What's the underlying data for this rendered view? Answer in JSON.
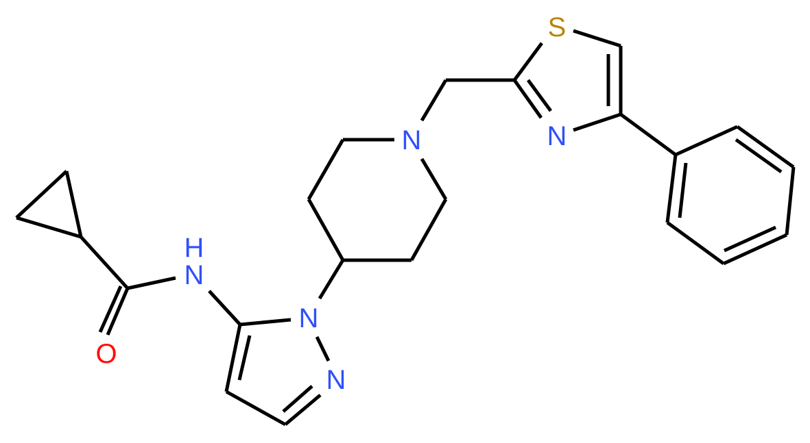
{
  "molecule": {
    "description": "N-[1-[1-[(4-phenyl-1,3-thiazol-2-yl)methyl]piperidin-4-yl]pyrazol-5-yl]cyclopropanecarboxamide",
    "colors": {
      "bond": "#000000",
      "nitrogen": "#3050F8",
      "oxygen": "#FF0D0D",
      "sulfur": "#B8860B",
      "background": "#FFFFFF"
    },
    "atom_labels": {
      "amide_h": "H",
      "amide_n": "N",
      "carbonyl_o": "O",
      "pyrazole_n1": "N",
      "pyrazole_n2": "N",
      "piperidine_n": "N",
      "thiazole_s": "S",
      "thiazole_n": "N"
    }
  }
}
